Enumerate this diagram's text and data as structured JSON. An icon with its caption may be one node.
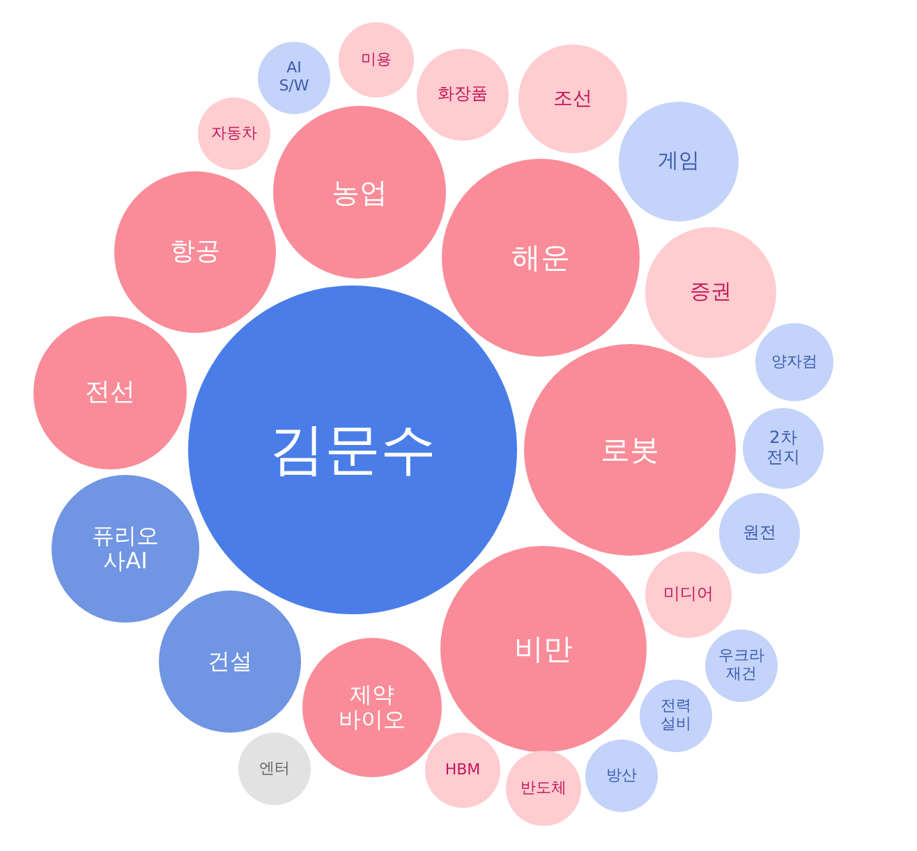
{
  "diagram": {
    "nodes": [
      {
        "text": [
          "김문수"
        ]
      },
      {
        "text": [
          "농업"
        ]
      },
      {
        "text": [
          "해운"
        ]
      },
      {
        "text": [
          "로봇"
        ]
      },
      {
        "text": [
          "비만"
        ]
      },
      {
        "text": [
          "항공"
        ]
      },
      {
        "text": [
          "전선"
        ]
      },
      {
        "text": [
          "퓨리오 사AI"
        ]
      },
      {
        "text": [
          "건설"
        ]
      },
      {
        "text": [
          "제약 바이오"
        ]
      },
      {
        "text": [
          "엔터"
        ]
      },
      {
        "text": [
          "HBM"
        ]
      },
      {
        "text": [
          "반도체"
        ]
      },
      {
        "text": [
          "방산"
        ]
      },
      {
        "text": [
          "전력 설비"
        ]
      },
      {
        "text": [
          "우크라 재건"
        ]
      },
      {
        "text": [
          "미디어"
        ]
      },
      {
        "text": [
          "원전"
        ]
      },
      {
        "text": [
          "2차 전지"
        ]
      },
      {
        "text": [
          "양자컴"
        ]
      },
      {
        "text": [
          "증권"
        ]
      },
      {
        "text": [
          "게임"
        ]
      },
      {
        "text": [
          "조선"
        ]
      },
      {
        "text": [
          "화장품"
        ]
      },
      {
        "text": [
          "미용"
        ]
      },
      {
        "text": [
          "AI S/W"
        ]
      },
      {
        "text": [
          "자동차"
        ]
      }
    ]
  }
}
